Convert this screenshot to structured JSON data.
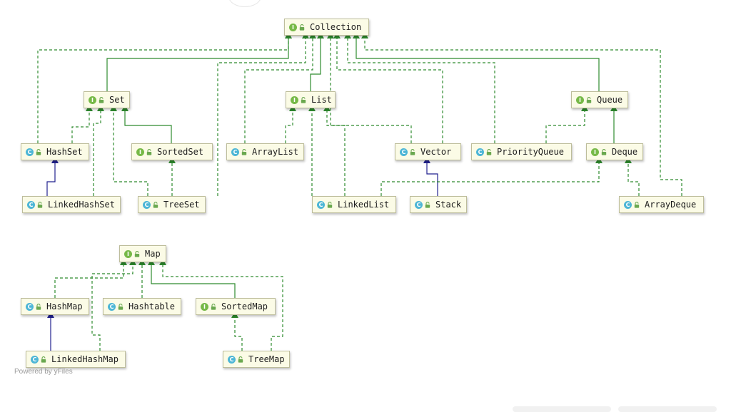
{
  "nodes": [
    {
      "id": "collection",
      "label": "Collection",
      "kind": "interface",
      "badge": "I"
    },
    {
      "id": "set",
      "label": "Set",
      "kind": "interface",
      "badge": "I"
    },
    {
      "id": "list",
      "label": "List",
      "kind": "interface",
      "badge": "I"
    },
    {
      "id": "queue",
      "label": "Queue",
      "kind": "interface",
      "badge": "I"
    },
    {
      "id": "hashset",
      "label": "HashSet",
      "kind": "class",
      "badge": "C"
    },
    {
      "id": "sortedset",
      "label": "SortedSet",
      "kind": "interface",
      "badge": "I"
    },
    {
      "id": "arraylist",
      "label": "ArrayList",
      "kind": "class",
      "badge": "C"
    },
    {
      "id": "vector",
      "label": "Vector",
      "kind": "class",
      "badge": "C"
    },
    {
      "id": "priorityqueue",
      "label": "PriorityQueue",
      "kind": "class",
      "badge": "C"
    },
    {
      "id": "deque",
      "label": "Deque",
      "kind": "interface",
      "badge": "I"
    },
    {
      "id": "linkedhashset",
      "label": "LinkedHashSet",
      "kind": "class",
      "badge": "C"
    },
    {
      "id": "treeset",
      "label": "TreeSet",
      "kind": "class",
      "badge": "C"
    },
    {
      "id": "linkedlist",
      "label": "LinkedList",
      "kind": "class",
      "badge": "C"
    },
    {
      "id": "stack",
      "label": "Stack",
      "kind": "class",
      "badge": "C"
    },
    {
      "id": "arraydeque",
      "label": "ArrayDeque",
      "kind": "class",
      "badge": "C"
    },
    {
      "id": "map",
      "label": "Map",
      "kind": "interface",
      "badge": "I"
    },
    {
      "id": "hashmap",
      "label": "HashMap",
      "kind": "class",
      "badge": "C"
    },
    {
      "id": "hashtable",
      "label": "Hashtable",
      "kind": "class",
      "badge": "C"
    },
    {
      "id": "sortedmap",
      "label": "SortedMap",
      "kind": "interface",
      "badge": "I"
    },
    {
      "id": "linkedhashmap",
      "label": "LinkedHashMap",
      "kind": "class",
      "badge": "C"
    },
    {
      "id": "treemap",
      "label": "TreeMap",
      "kind": "class",
      "badge": "C"
    }
  ],
  "edges": [
    {
      "from": "set",
      "to": "collection",
      "type": "extends"
    },
    {
      "from": "list",
      "to": "collection",
      "type": "extends"
    },
    {
      "from": "queue",
      "to": "collection",
      "type": "extends"
    },
    {
      "from": "hashset",
      "to": "collection",
      "type": "implements"
    },
    {
      "from": "treeset",
      "to": "collection",
      "type": "implements"
    },
    {
      "from": "arraylist",
      "to": "collection",
      "type": "implements"
    },
    {
      "from": "linkedlist",
      "to": "collection",
      "type": "implements"
    },
    {
      "from": "vector",
      "to": "collection",
      "type": "implements"
    },
    {
      "from": "priorityqueue",
      "to": "collection",
      "type": "implements"
    },
    {
      "from": "arraydeque",
      "to": "collection",
      "type": "implements"
    },
    {
      "from": "hashset",
      "to": "set",
      "type": "implements"
    },
    {
      "from": "linkedhashset",
      "to": "set",
      "type": "implements"
    },
    {
      "from": "treeset",
      "to": "set",
      "type": "implements"
    },
    {
      "from": "sortedset",
      "to": "set",
      "type": "extends"
    },
    {
      "from": "treeset",
      "to": "sortedset",
      "type": "implements"
    },
    {
      "from": "linkedhashset",
      "to": "hashset",
      "type": "inherits"
    },
    {
      "from": "arraylist",
      "to": "list",
      "type": "implements"
    },
    {
      "from": "linkedlist",
      "to": "list",
      "type": "implements"
    },
    {
      "from": "vector",
      "to": "list",
      "type": "implements"
    },
    {
      "from": "stack",
      "to": "vector",
      "type": "inherits"
    },
    {
      "from": "priorityqueue",
      "to": "queue",
      "type": "implements"
    },
    {
      "from": "deque",
      "to": "queue",
      "type": "extends"
    },
    {
      "from": "linkedlist",
      "to": "deque",
      "type": "implements"
    },
    {
      "from": "arraydeque",
      "to": "deque",
      "type": "implements"
    },
    {
      "from": "hashmap",
      "to": "map",
      "type": "implements"
    },
    {
      "from": "hashtable",
      "to": "map",
      "type": "implements"
    },
    {
      "from": "sortedmap",
      "to": "map",
      "type": "extends"
    },
    {
      "from": "linkedhashmap",
      "to": "map",
      "type": "implements"
    },
    {
      "from": "treemap",
      "to": "map",
      "type": "implements"
    },
    {
      "from": "linkedhashmap",
      "to": "hashmap",
      "type": "inherits"
    },
    {
      "from": "treemap",
      "to": "sortedmap",
      "type": "implements"
    }
  ],
  "colors": {
    "edge_green": "#2e8b2e",
    "edge_inherit": "#22228f",
    "node_fill": "#fbfbe6",
    "node_border": "#bdbd9b",
    "badge_interface": "#76b947",
    "badge_class": "#4db6d6"
  },
  "icons": {
    "interface": "interface-badge-icon",
    "class": "class-badge-icon",
    "access": "lock-icon"
  },
  "footer": "Powered by yFiles"
}
